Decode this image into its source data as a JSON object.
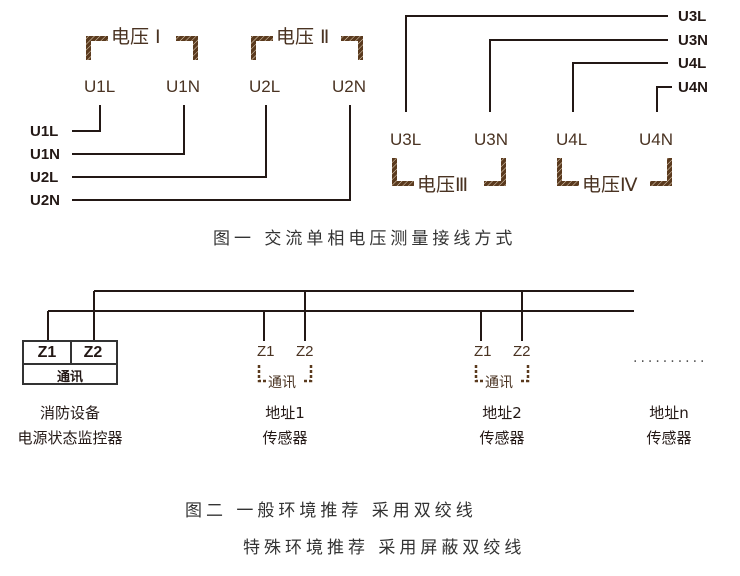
{
  "figure1": {
    "caption": "图一   交流单相电压测量接线方式",
    "groups": [
      {
        "label": "电压 Ⅰ",
        "terminals": [
          "U1L",
          "U1N"
        ]
      },
      {
        "label": "电压 Ⅱ",
        "terminals": [
          "U2L",
          "U2N"
        ]
      },
      {
        "label": "电压Ⅲ",
        "terminals": [
          "U3L",
          "U3N"
        ]
      },
      {
        "label": "电压Ⅳ",
        "terminals": [
          "U4L",
          "U4N"
        ]
      }
    ],
    "left_wires": [
      "U1L",
      "U1N",
      "U2L",
      "U2N"
    ],
    "right_wires": [
      "U3L",
      "U3N",
      "U4L",
      "U4N"
    ]
  },
  "figure2": {
    "caption_line1": "图二   一般环境推荐  采用双绞线",
    "caption_line2": "特殊环境推荐  采用屏蔽双绞线",
    "monitor": {
      "z1": "Z1",
      "z2": "Z2",
      "comm": "通讯",
      "name_line1": "消防设备",
      "name_line2": "电源状态监控器"
    },
    "sensors": [
      {
        "z1": "Z1",
        "z2": "Z2",
        "comm": "通讯",
        "name_line1": "地址1",
        "name_line2": "传感器"
      },
      {
        "z1": "Z1",
        "z2": "Z2",
        "comm": "通讯",
        "name_line1": "地址2",
        "name_line2": "传感器"
      },
      {
        "name_line1": "地址n",
        "name_line2": "传感器"
      }
    ],
    "ellipsis": "··········"
  },
  "colors": {
    "line": "#231815",
    "bracket": "#5a3a1e",
    "term_text": "#4a3322"
  }
}
